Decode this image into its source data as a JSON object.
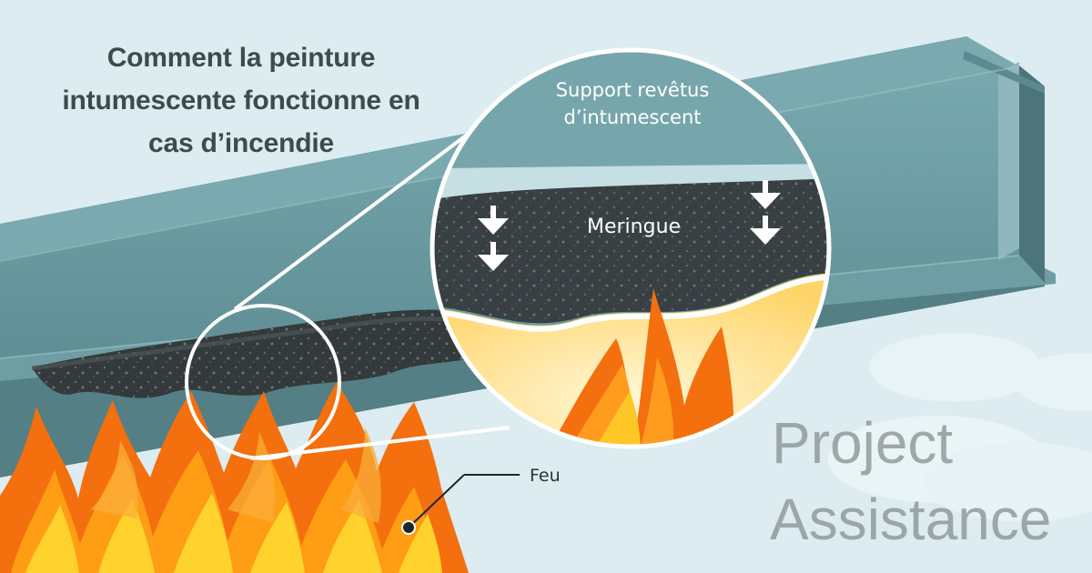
{
  "title": {
    "lines": [
      "Comment la peinture",
      "intumescente fonctionne en",
      "cas d’incendie"
    ]
  },
  "labels": {
    "support": [
      "Support revêtus",
      "d’intumescent"
    ],
    "meringue": "Meringue",
    "feu": "Feu"
  },
  "watermark": {
    "lines": [
      "Project",
      "Assistance"
    ]
  },
  "colors": {
    "background": "#dcecf1",
    "steel": "#6f9fa6",
    "char": "#343a3c",
    "flame_orange": "#f07a10",
    "flame_yellow": "#ffc928",
    "title_text": "#3f4a4c"
  },
  "icons": {
    "arrows": "down-arrow-icon",
    "flame": "flame-icon"
  }
}
